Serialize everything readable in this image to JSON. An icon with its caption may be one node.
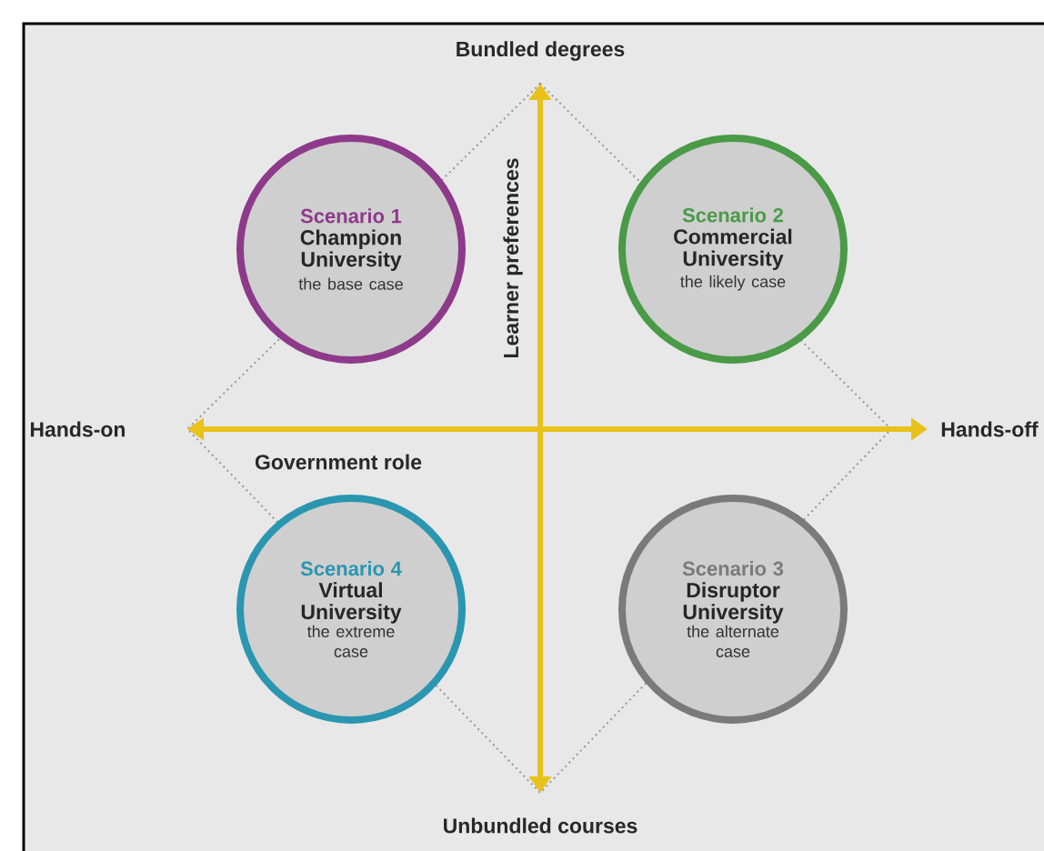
{
  "diagram": {
    "nodes": [
      {
        "text": [
          "Scenario 1",
          "Champion University",
          "the base case"
        ]
      },
      {
        "text": [
          "Scenario 2",
          "Commercial University",
          "the likely case"
        ]
      },
      {
        "text": [
          "Scenario 4",
          "Virtual University",
          "the extreme case"
        ]
      },
      {
        "text": [
          "Scenario 3",
          "Disruptor University",
          "the alternate case"
        ]
      }
    ],
    "labels": [
      "Bundled degrees",
      "Learner preferences",
      "Hands-on",
      "Hands-off",
      "Government role",
      "Unbundled courses"
    ]
  }
}
